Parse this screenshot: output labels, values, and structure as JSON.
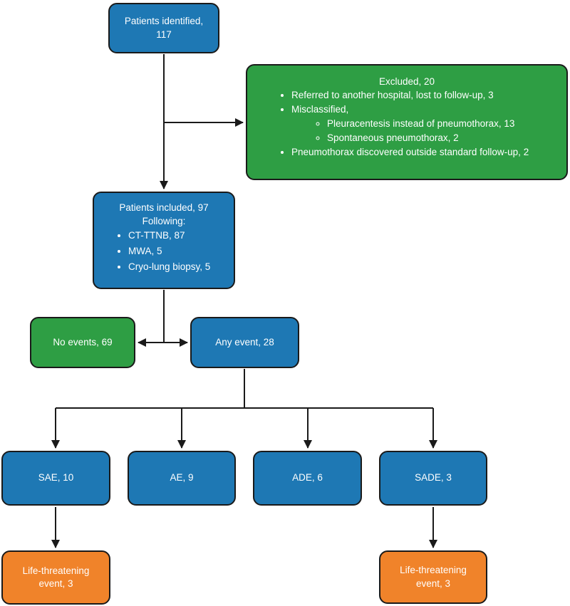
{
  "colors": {
    "blue": "#1e78b4",
    "green": "#2e9e44",
    "orange": "#f0832a",
    "border": "#1a1a1a",
    "line": "#1a1a1a",
    "text": "#ffffff"
  },
  "nodes": {
    "patients_identified": {
      "label": "Patients identified, 117"
    },
    "excluded": {
      "title": "Excluded, 20",
      "items": [
        {
          "level": 1,
          "text": "Referred to another hospital, lost to follow-up, 3"
        },
        {
          "level": 1,
          "text": "Misclassified,"
        },
        {
          "level": 2,
          "text": "Pleuracentesis instead of pneumothorax, 13"
        },
        {
          "level": 2,
          "text": "Spontaneous pneumothorax, 2"
        },
        {
          "level": 1,
          "text": "Pneumothorax discovered outside standard follow-up, 2"
        }
      ]
    },
    "patients_included": {
      "title_line1": "Patients included, 97",
      "title_line2": "Following:",
      "items": [
        "CT-TTNB, 87",
        "MWA, 5",
        "Cryo-lung biopsy, 5"
      ]
    },
    "no_events": {
      "label": "No events, 69"
    },
    "any_event": {
      "label": "Any event, 28"
    },
    "sae": {
      "label": "SAE, 10"
    },
    "ae": {
      "label": "AE, 9"
    },
    "ade": {
      "label": "ADE, 6"
    },
    "sade": {
      "label": "SADE, 3"
    },
    "life_threatening_sae": {
      "label": "Life-threatening event, 3"
    },
    "life_threatening_sade": {
      "label": "Life-threatening event, 3"
    }
  }
}
